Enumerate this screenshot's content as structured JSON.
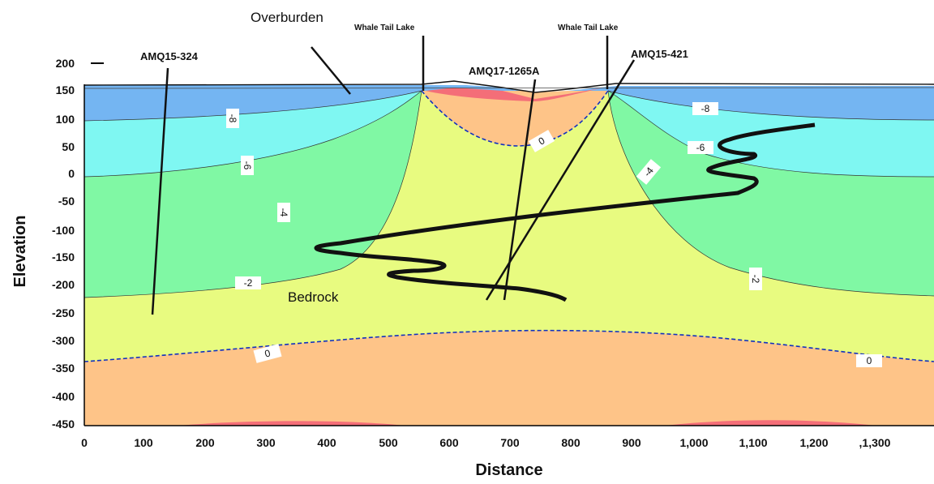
{
  "axes": {
    "xlabel": "Distance",
    "ylabel": "Elevation",
    "x_ticks": [
      "0",
      "100",
      "200",
      "300",
      "400",
      "500",
      "600",
      "700",
      "800",
      "900",
      "1,000",
      "1,100",
      "1,200",
      ",1,300"
    ],
    "y_ticks": [
      "200",
      "150",
      "100",
      "50",
      "0",
      "-50",
      "-100",
      "-150",
      "-200",
      "-250",
      "-300",
      "-350",
      "-400",
      "-450"
    ],
    "xlim": [
      0,
      1390
    ],
    "ylim": [
      -450,
      200
    ]
  },
  "labels": {
    "overburden": "Overburden",
    "bedrock": "Bedrock",
    "lake_left": "Whale Tail Lake",
    "lake_right": "Whale Tail Lake"
  },
  "wells": [
    {
      "name": "AMQ15-324"
    },
    {
      "name": "AMQ17-1265A"
    },
    {
      "name": "AMQ15-421"
    }
  ],
  "contour_labels": [
    {
      "text": "-8"
    },
    {
      "text": "-6"
    },
    {
      "text": "-4"
    },
    {
      "text": "-2"
    },
    {
      "text": "0"
    },
    {
      "text": "0"
    },
    {
      "text": "-8"
    },
    {
      "text": "-6"
    },
    {
      "text": "-4"
    },
    {
      "text": "-2"
    },
    {
      "text": "0"
    }
  ],
  "colors": {
    "blue": "#74b5f2",
    "cyan": "#7ff7f2",
    "green": "#80f8a4",
    "yellow": "#e8fb80",
    "orange": "#fec488",
    "red": "#f46e78",
    "dashed": "#1030c0"
  }
}
